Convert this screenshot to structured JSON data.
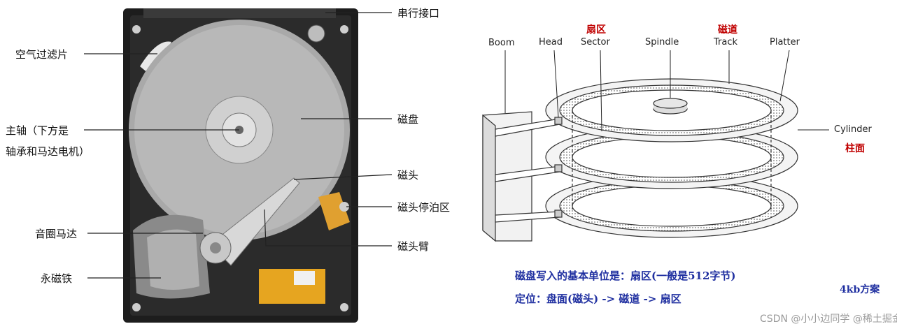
{
  "hdd_labels": {
    "serial_port": "串行接口",
    "air_filter": "空气过滤片",
    "spindle_line1": "主轴（下方是",
    "spindle_line2": "轴承和马达电机）",
    "platter": "磁盘",
    "head": "磁头",
    "head_park": "磁头停泊区",
    "voice_coil": "音圈马达",
    "head_arm": "磁头臂",
    "magnet": "永磁铁"
  },
  "diagram_labels": {
    "boom": "Boom",
    "head": "Head",
    "sector": "Sector",
    "sector_cn": "扇区",
    "spindle": "Spindle",
    "track": "Track",
    "track_cn": "磁道",
    "platter": "Platter",
    "cylinder": "Cylinder",
    "cylinder_cn": "柱面"
  },
  "notes": {
    "line1": "磁盘写入的基本单位是：扇区(一般是512字节)",
    "line2": "定位：盘面(磁头) -> 磁道 -> 扇区",
    "side": "4kb方案"
  },
  "watermark": "CSDN @小小边同学  @稀土掘金技术社区",
  "colors": {
    "red_label": "#c00000",
    "blue_note": "#1f2fa0"
  }
}
